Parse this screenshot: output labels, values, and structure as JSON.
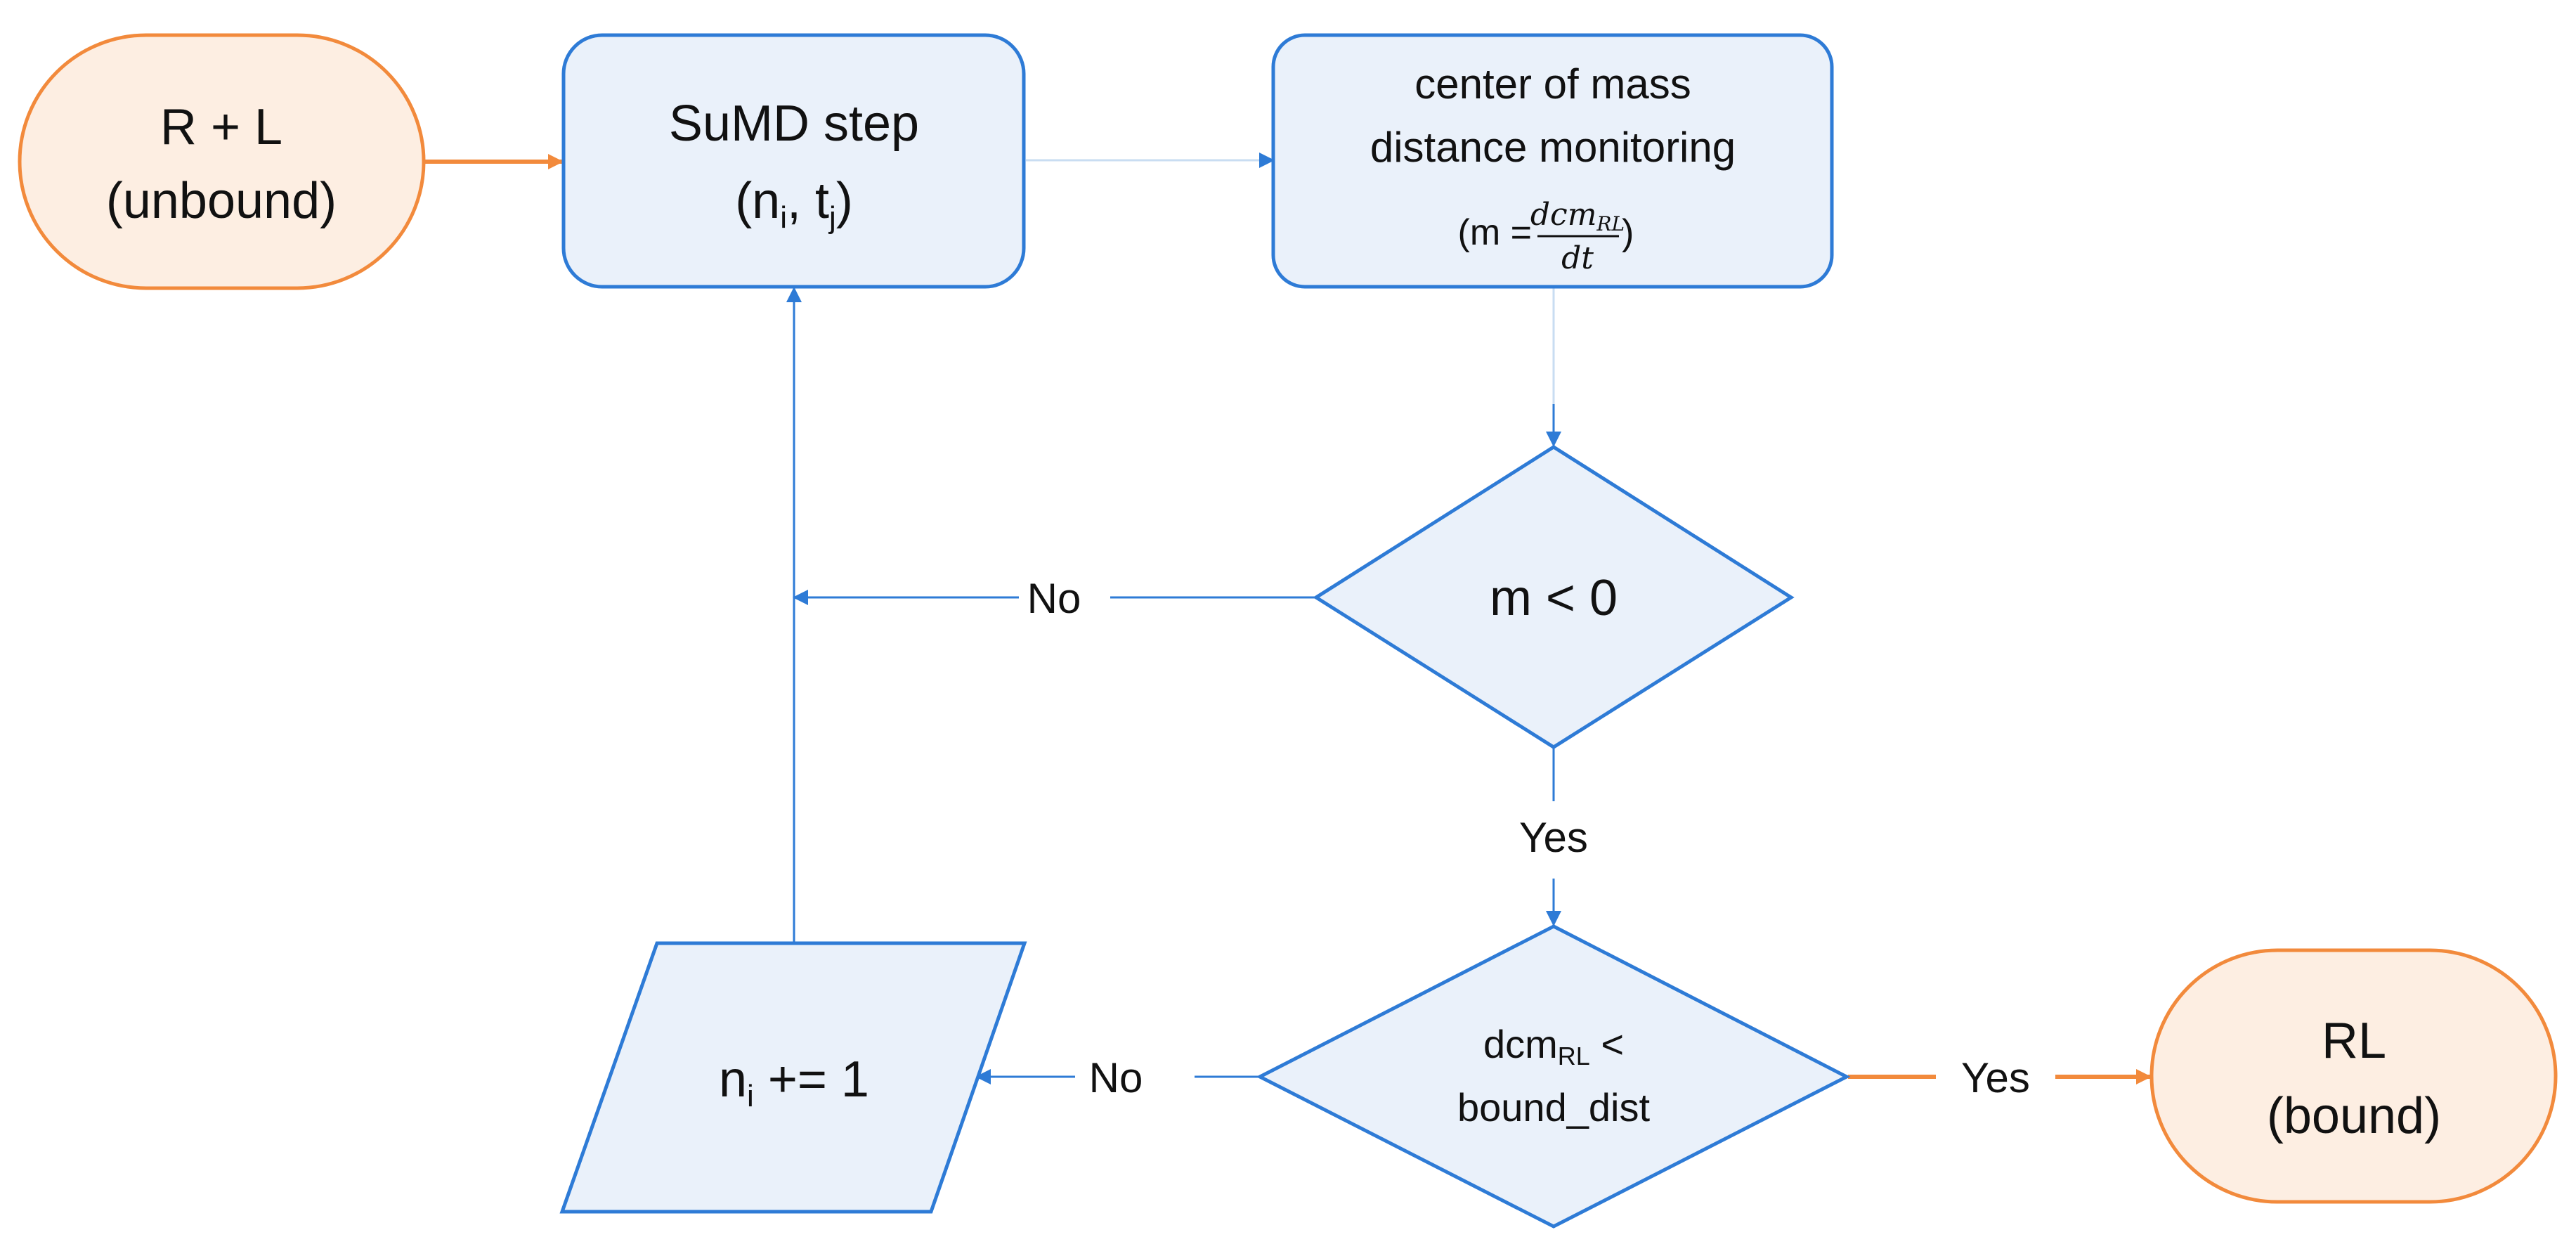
{
  "colors": {
    "blue_stroke": "#2E7BD6",
    "blue_fill": "#EAF1FA",
    "orange_stroke": "#F28A3C",
    "orange_fill": "#FDEEE2",
    "text": "#111111"
  },
  "nodes": {
    "start": {
      "line1": "R + L",
      "line2": "(unbound)"
    },
    "sumd_step": {
      "line1": "SuMD step",
      "n": "n",
      "n_sub": "i",
      "t": "t",
      "t_sub": "j"
    },
    "monitoring": {
      "line1": "center of mass",
      "line2": "distance monitoring",
      "m_prefix": "(m = ",
      "frac_num": "dcm",
      "frac_num_sub": "RL",
      "frac_den": "dt",
      "m_suffix": ")"
    },
    "decision_slope": {
      "label": "m < 0"
    },
    "decision_bound": {
      "base": "dcm",
      "sub": "RL",
      "op": " <",
      "line2": "bound_dist"
    },
    "increment": {
      "base": "n",
      "sub": "i",
      "rest": " += 1"
    },
    "end": {
      "line1": "RL",
      "line2": "(bound)"
    }
  },
  "edges": {
    "slope_no": "No",
    "slope_yes": "Yes",
    "bound_no": "No",
    "bound_yes": "Yes"
  }
}
